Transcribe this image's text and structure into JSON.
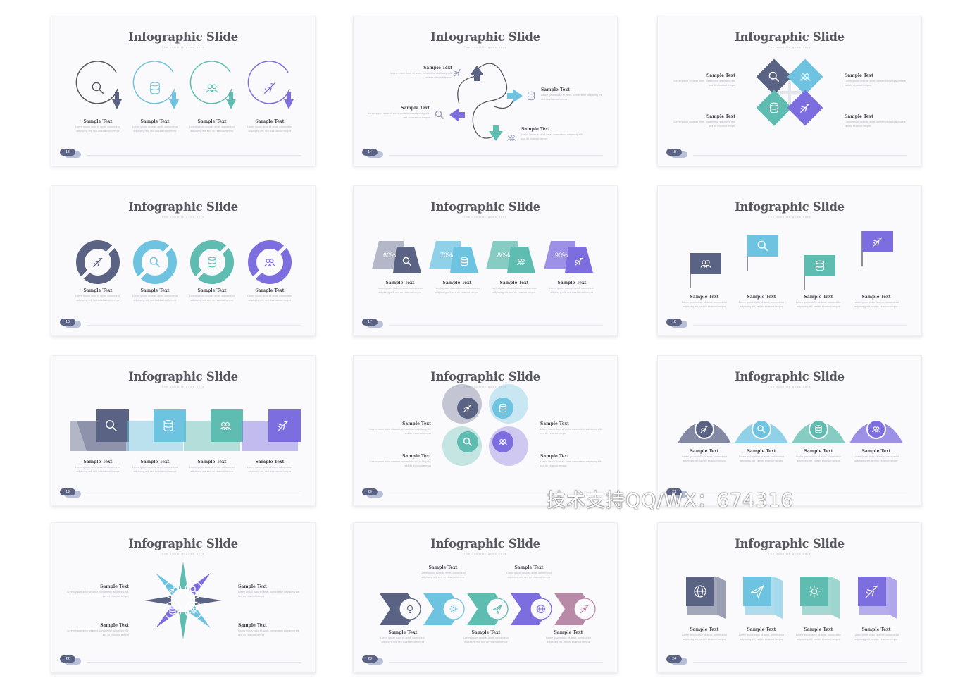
{
  "slide_title": "Infographic Slide",
  "slide_subtitle": "The subtitle goes here",
  "item_label": "Sample Text",
  "item_desc": "Lorem ipsum dolor sit amet, consectetur adipiscing elit, sed do eiusmod tempor",
  "colors": {
    "slate": "#5b6384",
    "sky": "#6ec3e0",
    "teal": "#5fbcb0",
    "violet": "#7d6ee0",
    "mauve": "#b98aa8"
  },
  "slides": [
    {
      "page": "13"
    },
    {
      "page": "14"
    },
    {
      "page": "15"
    },
    {
      "page": "16"
    },
    {
      "page": "17",
      "percents": [
        "60%",
        "70%",
        "80%",
        "90%"
      ]
    },
    {
      "page": "18"
    },
    {
      "page": "19"
    },
    {
      "page": "20"
    },
    {
      "page": "21"
    },
    {
      "page": "22"
    },
    {
      "page": "23"
    },
    {
      "page": "24"
    }
  ],
  "icons": [
    "search-icon",
    "database-icon",
    "users-icon",
    "airplane-icon",
    "globe-icon",
    "paper-plane-icon",
    "sun-icon",
    "lightbulb-icon"
  ],
  "watermark": "技术支持QQ/WX：674316"
}
